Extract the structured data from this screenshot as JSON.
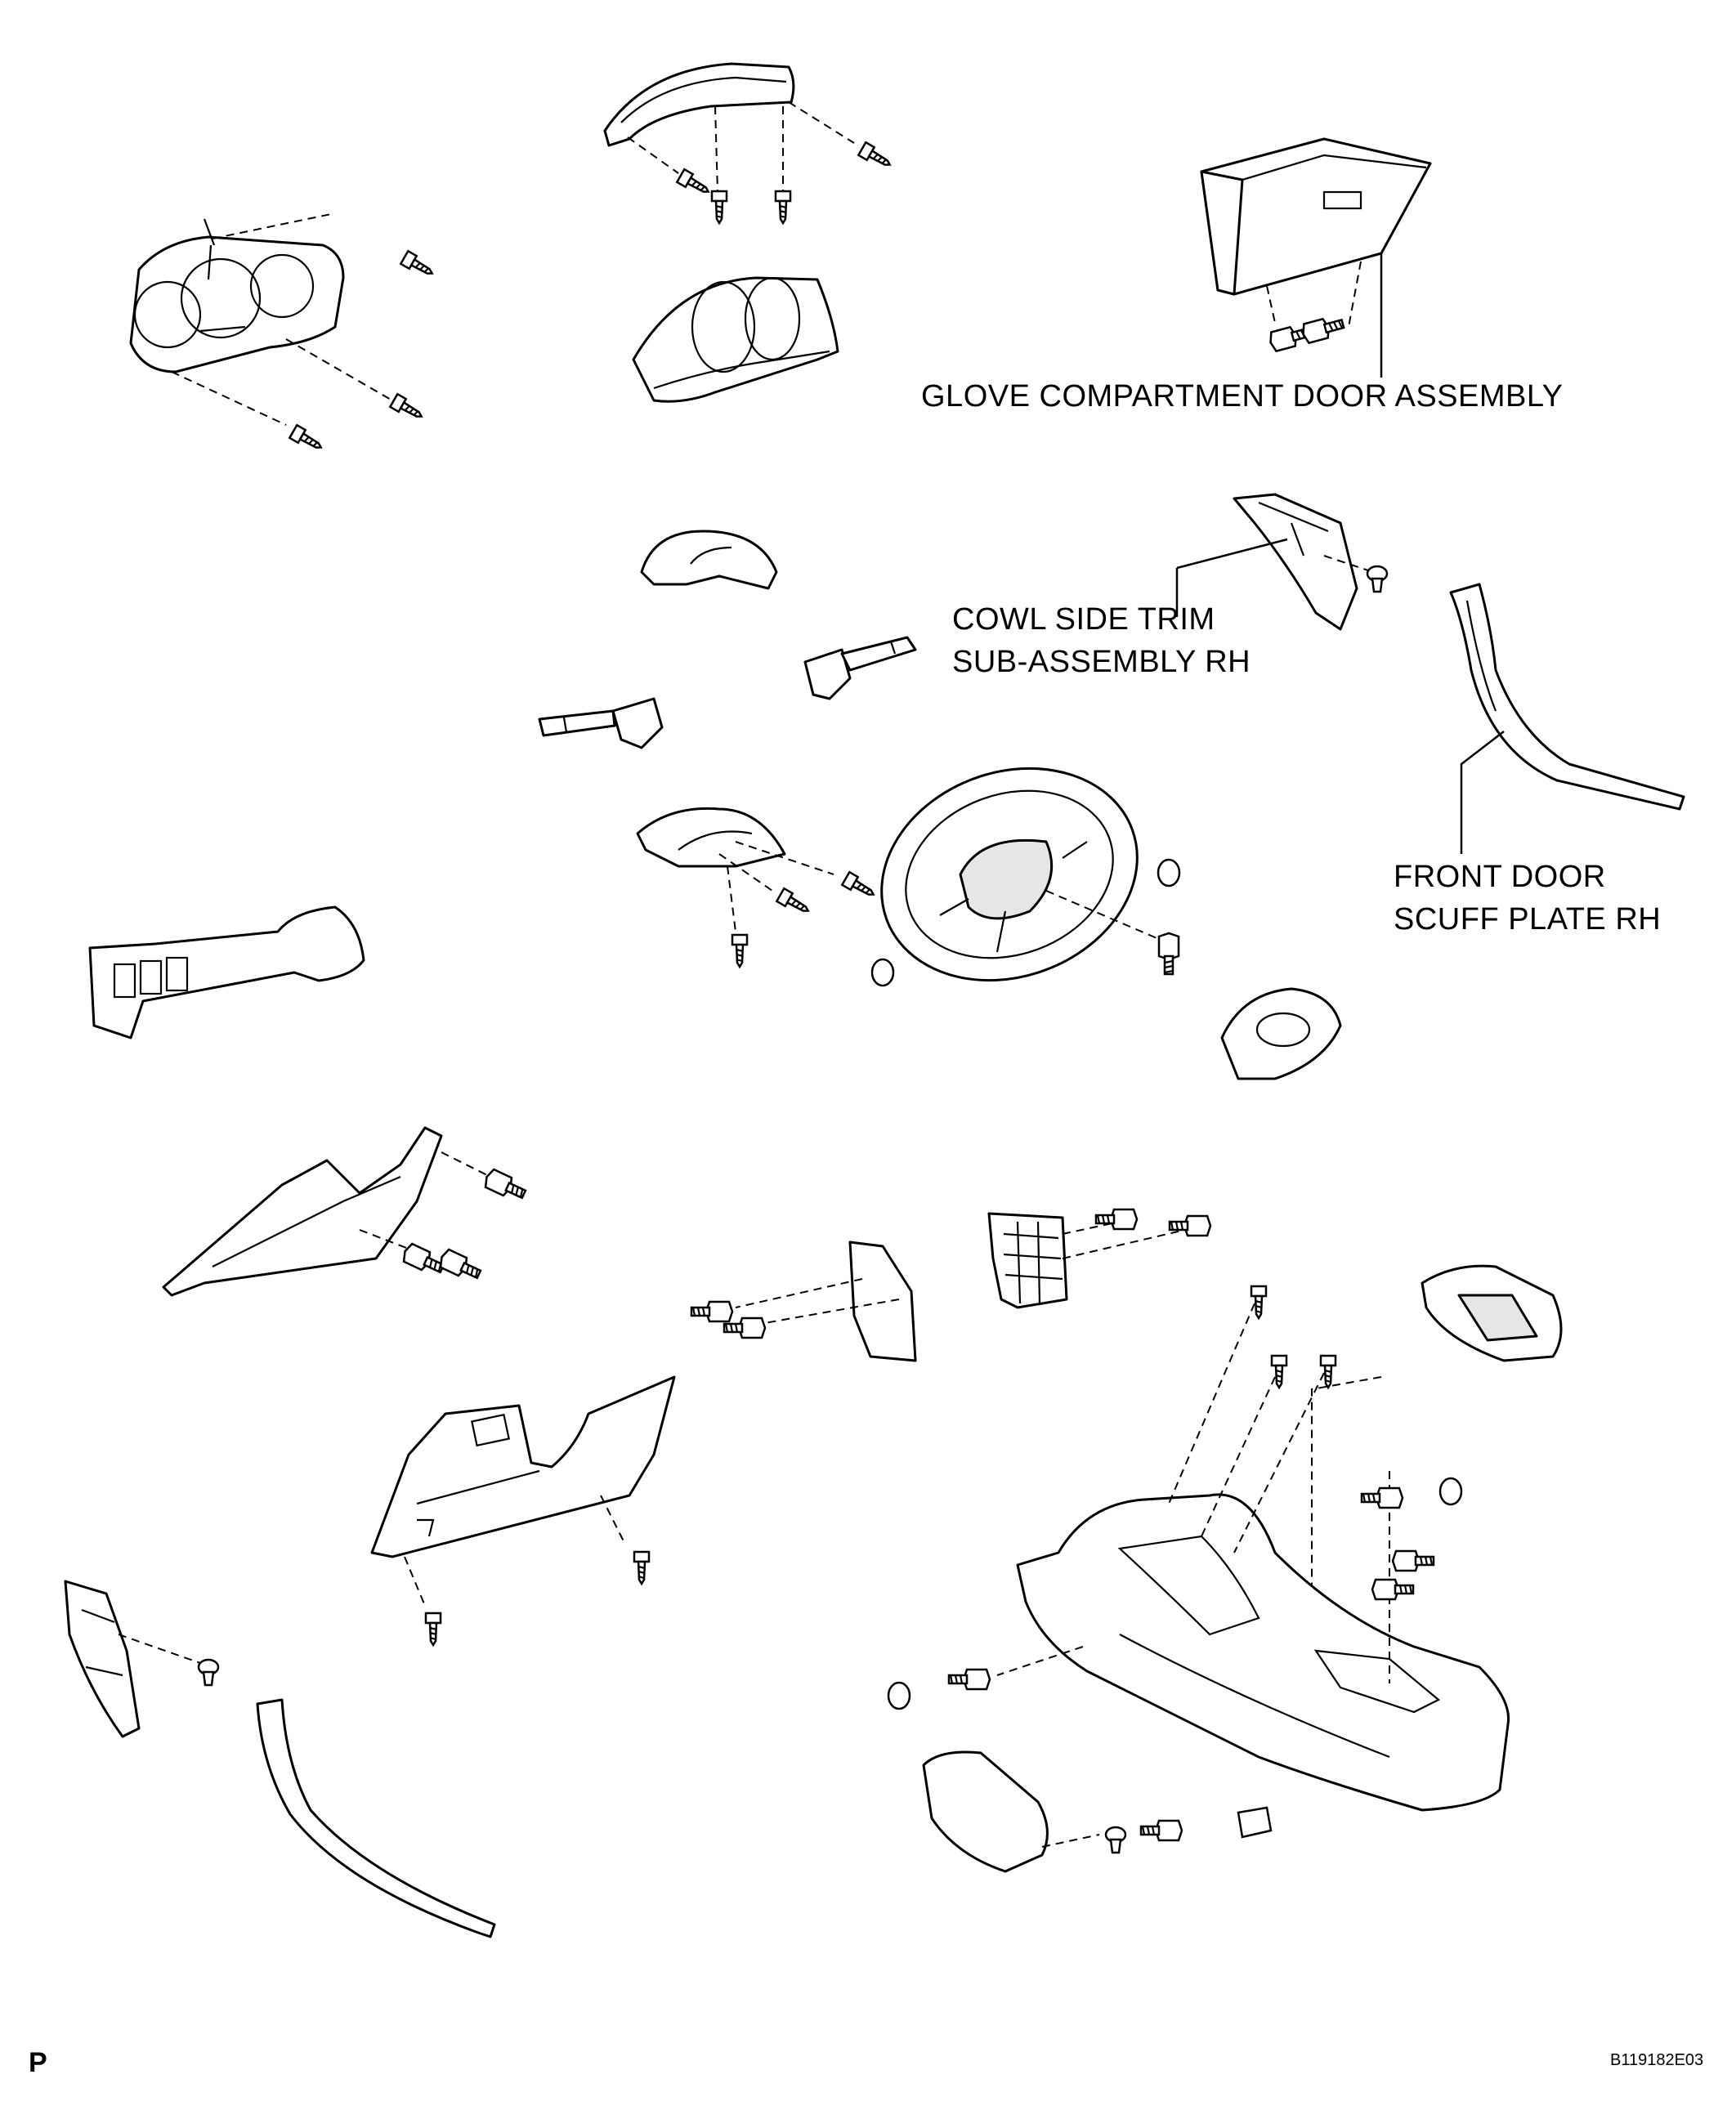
{
  "labels": {
    "glove_door": "GLOVE COMPARTMENT DOOR ASSEMBLY",
    "cowl_trim_line1": "COWL SIDE TRIM",
    "cowl_trim_line2": "SUB-ASSEMBLY RH",
    "scuff_plate_line1": "FRONT DOOR",
    "scuff_plate_line2": "SCUFF PLATE RH"
  },
  "corner": {
    "left": "P",
    "right": "B119182E03"
  },
  "colors": {
    "line": "#000000",
    "background": "#ffffff"
  }
}
